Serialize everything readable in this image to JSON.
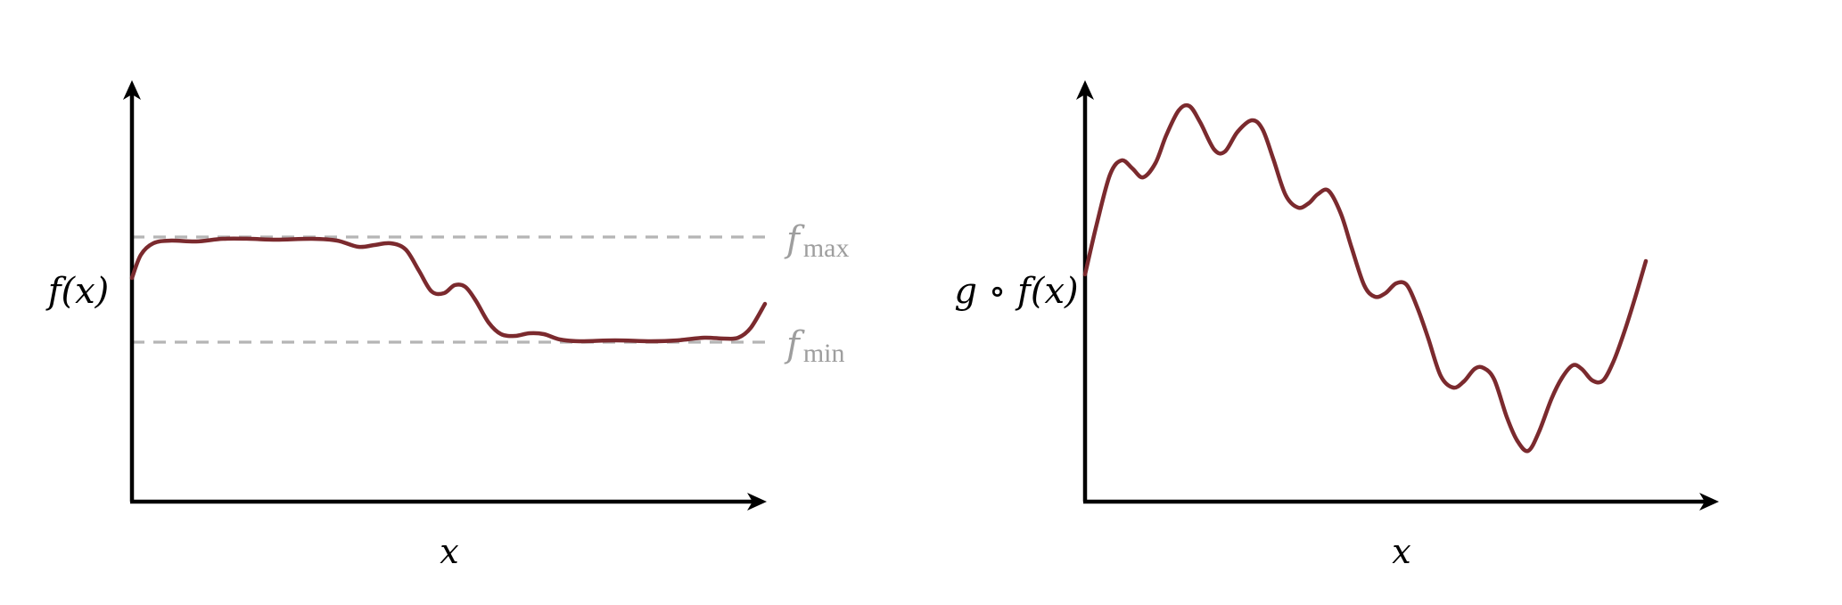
{
  "colors": {
    "curve": "#7b2a2e",
    "bound_line": "#b5b5b5",
    "bound_label": "#9e9e9e",
    "axis": "#000000"
  },
  "left_plot": {
    "y_label": "f(x)",
    "x_label": "x",
    "upper_bound": {
      "symbol": "f",
      "subscript": "max"
    },
    "lower_bound": {
      "symbol": "f",
      "subscript": "min"
    }
  },
  "right_plot": {
    "y_label": "g ∘ f(x)",
    "x_label": "x"
  }
}
